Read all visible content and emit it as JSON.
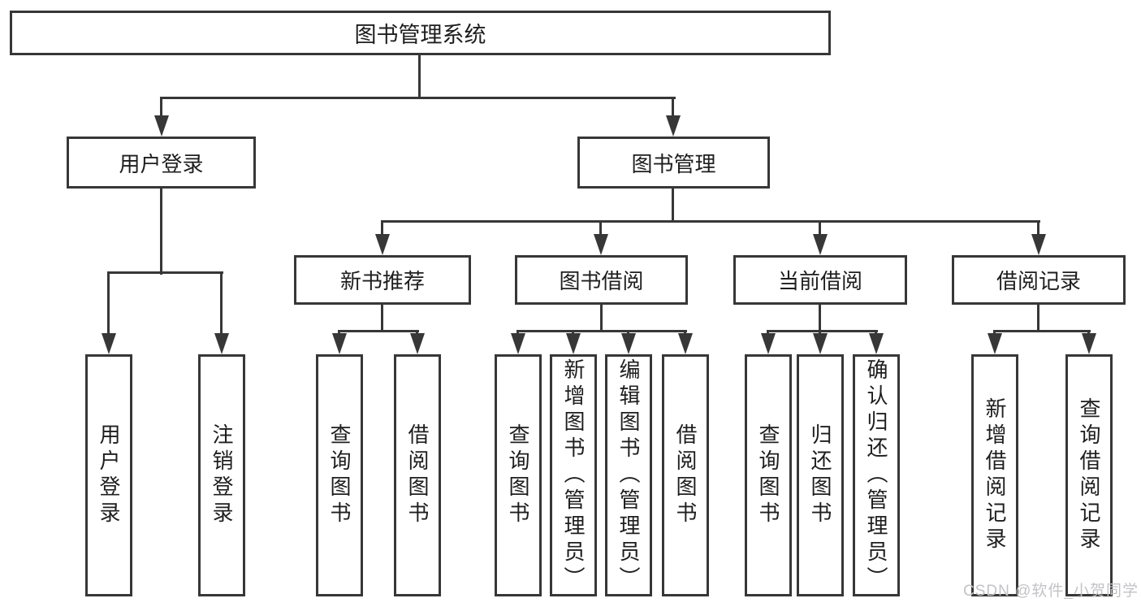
{
  "tree": {
    "label": "图书管理系统",
    "children": [
      {
        "label": "用户登录",
        "children": [
          {
            "label": "用户登录"
          },
          {
            "label": "注销登录"
          }
        ]
      },
      {
        "label": "图书管理",
        "children": [
          {
            "label": "新书推荐",
            "children": [
              {
                "label": "查询图书"
              },
              {
                "label": "借阅图书"
              }
            ]
          },
          {
            "label": "图书借阅",
            "children": [
              {
                "label": "查询图书"
              },
              {
                "label": "新增图书（管理员）"
              },
              {
                "label": "编辑图书（管理员）"
              },
              {
                "label": "借阅图书"
              }
            ]
          },
          {
            "label": "当前借阅",
            "children": [
              {
                "label": "查询图书"
              },
              {
                "label": "归还图书"
              },
              {
                "label": "确认归还（管理员）"
              }
            ]
          },
          {
            "label": "借阅记录",
            "children": [
              {
                "label": "新增借阅记录"
              },
              {
                "label": "查询借阅记录"
              }
            ]
          }
        ]
      }
    ]
  },
  "watermark": "CSDN @软件_小贺同学",
  "colors": {
    "line": "#373737",
    "text": "#1e1e1e",
    "background": "#ffffff",
    "watermark": "#c3c3c7"
  }
}
